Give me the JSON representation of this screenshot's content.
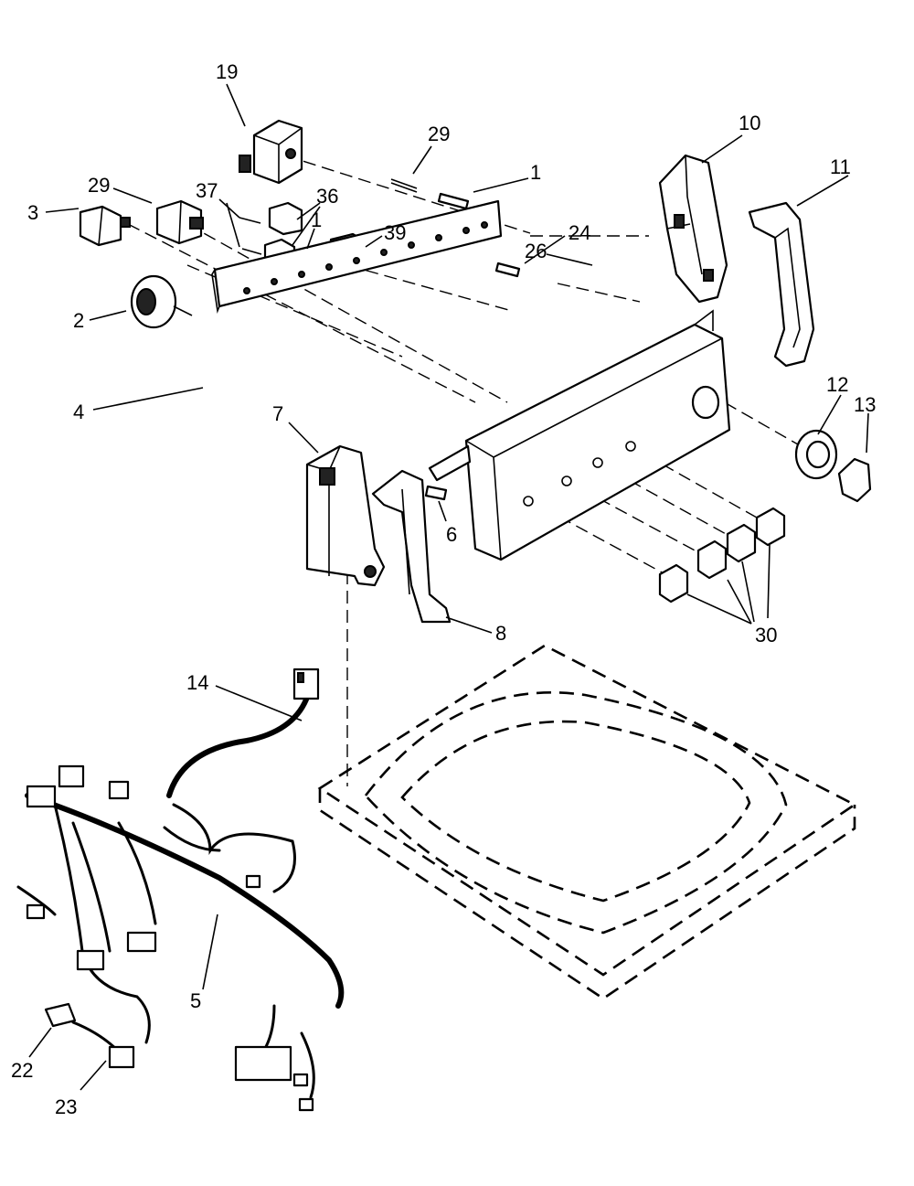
{
  "labels": [
    {
      "id": "19",
      "text": "19"
    },
    {
      "id": "29a",
      "text": "29"
    },
    {
      "id": "1a",
      "text": "1"
    },
    {
      "id": "10",
      "text": "10"
    },
    {
      "id": "11",
      "text": "11"
    },
    {
      "id": "29b",
      "text": "29"
    },
    {
      "id": "37",
      "text": "37"
    },
    {
      "id": "36",
      "text": "36"
    },
    {
      "id": "1b",
      "text": "1"
    },
    {
      "id": "39",
      "text": "39"
    },
    {
      "id": "24",
      "text": "24"
    },
    {
      "id": "3",
      "text": "3"
    },
    {
      "id": "2",
      "text": "2"
    },
    {
      "id": "26",
      "text": "26"
    },
    {
      "id": "4",
      "text": "4"
    },
    {
      "id": "12",
      "text": "12"
    },
    {
      "id": "13",
      "text": "13"
    },
    {
      "id": "7",
      "text": "7"
    },
    {
      "id": "6",
      "text": "6"
    },
    {
      "id": "8",
      "text": "8"
    },
    {
      "id": "30",
      "text": "30"
    },
    {
      "id": "14",
      "text": "14"
    },
    {
      "id": "5",
      "text": "5"
    },
    {
      "id": "22",
      "text": "22"
    },
    {
      "id": "23",
      "text": "23"
    }
  ]
}
